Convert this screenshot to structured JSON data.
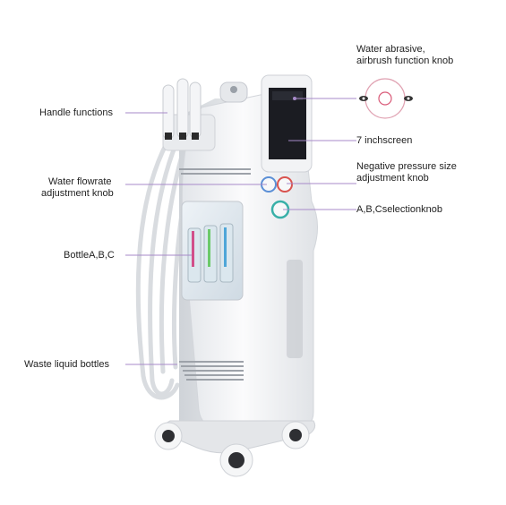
{
  "labels": {
    "handle": "Handle functions",
    "flowrate_l1": "Water flowrate",
    "flowrate_l2": "adjustment knob",
    "bottles": "BottleA,B,C",
    "waste": "Waste liquid bottles",
    "abrasive_l1": "Water abrasive,",
    "abrasive_l2": "airbrush function knob",
    "screen": "7 inchscreen",
    "pressure_l1": "Negative pressure size",
    "pressure_l2": "adjustment knob",
    "selection": "A,B,Cselectionknob"
  },
  "colors": {
    "leader_line": "#a78ac9",
    "machine_body": "#f1f2f4",
    "machine_shadow": "#d6d9de",
    "screen": "#1b1c22",
    "knob_blue": "#5b8fd6",
    "knob_red": "#d9534f",
    "knob_teal": "#38b0a8"
  }
}
